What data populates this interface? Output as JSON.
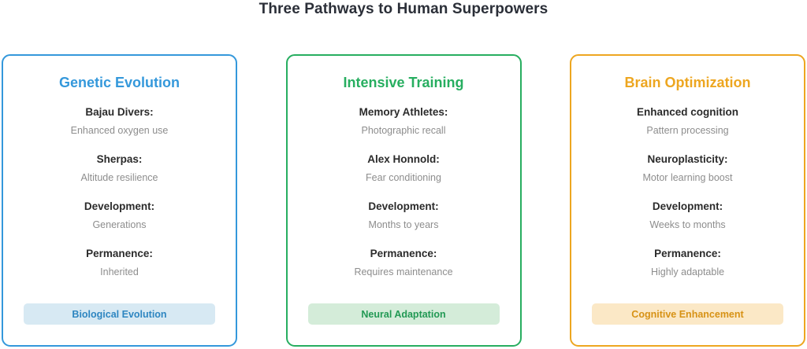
{
  "page": {
    "title": "Three Pathways to Human Superpowers"
  },
  "cards": [
    {
      "title": "Genetic Evolution",
      "accent_color": "#3498db",
      "badge_bg_color": "#d7e9f3",
      "badge_text_color": "#2e86c1",
      "rows": [
        {
          "label": "Bajau Divers:",
          "value": "Enhanced oxygen use"
        },
        {
          "label": "Sherpas:",
          "value": "Altitude resilience"
        },
        {
          "label": "Development:",
          "value": "Generations"
        },
        {
          "label": "Permanence:",
          "value": "Inherited"
        }
      ],
      "badge": "Biological Evolution"
    },
    {
      "title": "Intensive Training",
      "accent_color": "#27ae60",
      "badge_bg_color": "#d4ecd9",
      "badge_text_color": "#229954",
      "rows": [
        {
          "label": "Memory Athletes:",
          "value": "Photographic recall"
        },
        {
          "label": "Alex Honnold:",
          "value": "Fear conditioning"
        },
        {
          "label": "Development:",
          "value": "Months to years"
        },
        {
          "label": "Permanence:",
          "value": "Requires maintenance"
        }
      ],
      "badge": "Neural Adaptation"
    },
    {
      "title": "Brain Optimization",
      "accent_color": "#eda620",
      "badge_bg_color": "#fbe8c6",
      "badge_text_color": "#d79215",
      "rows": [
        {
          "label": "Enhanced cognition",
          "value": "Pattern processing"
        },
        {
          "label": "Neuroplasticity:",
          "value": "Motor learning boost"
        },
        {
          "label": "Development:",
          "value": "Weeks to months"
        },
        {
          "label": "Permanence:",
          "value": "Highly adaptable"
        }
      ],
      "badge": "Cognitive Enhancement"
    }
  ]
}
